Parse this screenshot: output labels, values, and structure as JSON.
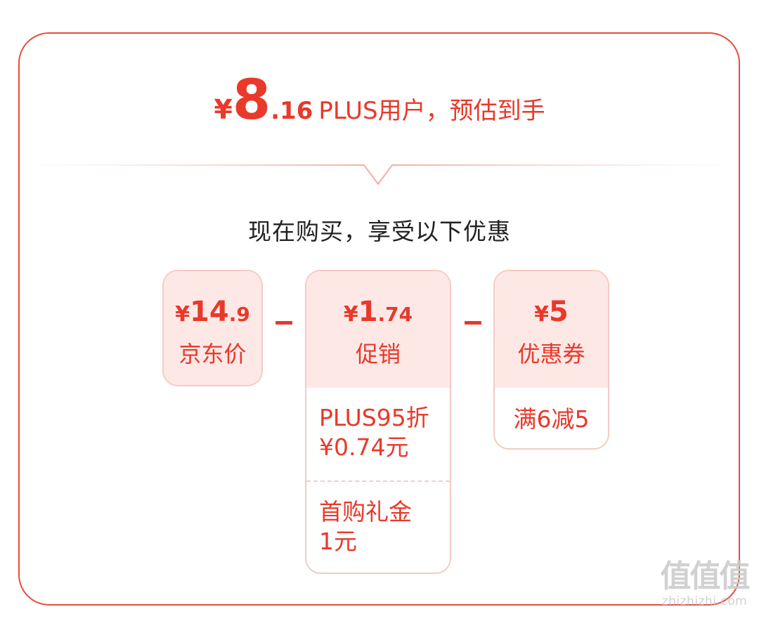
{
  "headline": {
    "currency": "¥",
    "price_int": "8",
    "price_dec": ".16",
    "text": "PLUS用户，预估到手"
  },
  "subtitle": "现在购买，享受以下优惠",
  "cards": {
    "jd_price": {
      "currency": "¥",
      "int": "14",
      "dec": ".9",
      "label": "京东价"
    },
    "promotion": {
      "currency": "¥",
      "int": "1",
      "dec": ".74",
      "label": "促销",
      "details": [
        {
          "line1": "PLUS95折",
          "line2": "¥0.74元"
        },
        {
          "line1": "首购礼金",
          "line2": "1元"
        }
      ]
    },
    "coupon": {
      "currency": "¥",
      "int": "5",
      "dec": "",
      "label": "优惠券",
      "details": [
        {
          "line1": "满6减5"
        }
      ]
    }
  },
  "watermark": {
    "big": "值值值",
    "small": "zhizhizhi.com"
  },
  "colors": {
    "accent": "#e8392a",
    "border": "#e64c3c",
    "card_fill": "#fde8e6",
    "card_border": "#f4cbc5"
  }
}
